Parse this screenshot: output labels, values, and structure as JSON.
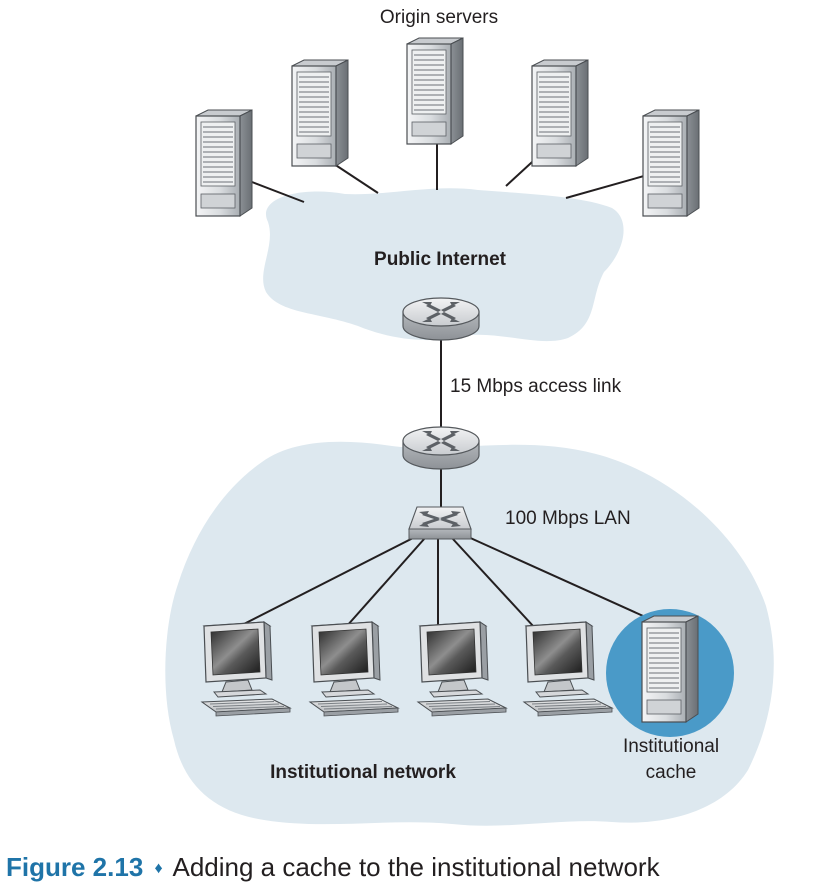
{
  "labels": {
    "origin_servers": "Origin servers",
    "public_internet": "Public Internet",
    "access_link": "15 Mbps access link",
    "lan": "100 Mbps LAN",
    "institutional_network": "Institutional network",
    "cache_line1": "Institutional",
    "cache_line2": "cache"
  },
  "caption": {
    "number": "Figure 2.13",
    "separator": "♦",
    "text": "Adding a cache to the institutional network"
  },
  "colors": {
    "cloud_fill": "#dde8ef",
    "cache_highlight": "#4a9ac8",
    "caption_accent": "#1f74a8",
    "link": "#231f20"
  },
  "icons": {
    "server": "server-icon",
    "router": "router-icon",
    "switch": "switch-icon",
    "workstation": "workstation-icon"
  }
}
